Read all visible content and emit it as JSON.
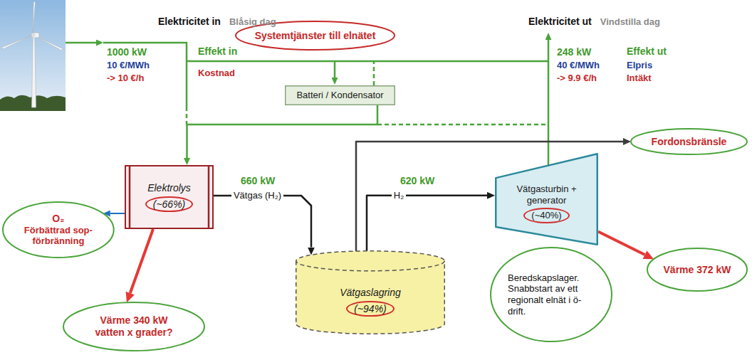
{
  "diagram": {
    "nodes": [
      {
        "text": [
          "Systemtjänster till elnätet"
        ]
      },
      {
        "text": [
          "Batteri / Kondensator"
        ]
      },
      {
        "text": [
          "Fordonsbränsle"
        ]
      },
      {
        "text": [
          "Elektrolys",
          "(~66%)"
        ]
      },
      {
        "text": [
          "Vätgasturbin + generator",
          "(~40%)"
        ]
      },
      {
        "text": [
          "O₂",
          "Förbättrad sop- förbränning"
        ]
      },
      {
        "text": [
          "Värme 372 kW"
        ]
      },
      {
        "text": [
          "Vätgaslagring",
          "(~94%)"
        ]
      },
      {
        "text": [
          "Beredskapslager. Snabbstart av ett regionalt elnät i ö-drift."
        ]
      },
      {
        "text": [
          "Värme 340 kW",
          "vatten x grader?"
        ]
      }
    ],
    "edges": [
      {
        "from": 1,
        "to": 3,
        "arrow": "to"
      },
      {
        "from": 3,
        "to": 7,
        "label": "Vätgas (H₂)",
        "arrow": "to"
      },
      {
        "from": 7,
        "to": 4,
        "label": "H₂",
        "arrow": "to"
      },
      {
        "from": 7,
        "to": 2,
        "arrow": "to"
      },
      {
        "from": 3,
        "to": 5,
        "arrow": "to"
      },
      {
        "from": 3,
        "to": 9,
        "arrow": "to"
      },
      {
        "from": 4,
        "to": 6,
        "arrow": "to"
      }
    ],
    "labels": [
      "Elektricitet in",
      "Blåsig dag",
      "1000 kW",
      "10 €/MWh",
      "-> 10 €/h",
      "Effekt in",
      "Kostnad",
      "Elektricitet ut",
      "Vindstilla dag",
      "248 kW",
      "40 €/MWh",
      "-> 9.9 €/h",
      "Effekt ut",
      "Elpris",
      "Intäkt",
      "660 kW",
      "620 kW"
    ]
  }
}
